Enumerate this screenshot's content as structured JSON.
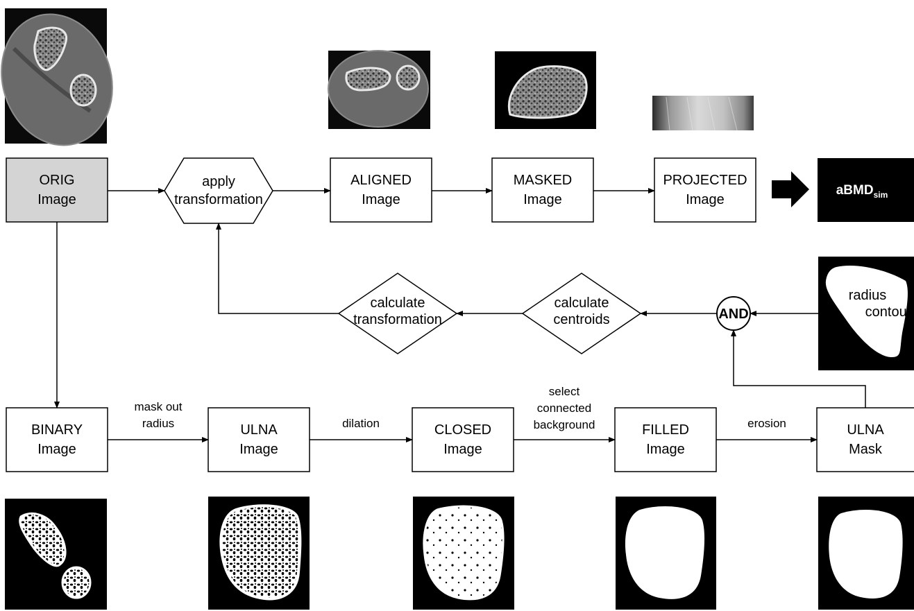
{
  "nodes": {
    "orig": [
      "ORIG",
      "Image"
    ],
    "apply": [
      "apply",
      "transformation"
    ],
    "aligned": [
      "ALIGNED",
      "Image"
    ],
    "masked": [
      "MASKED",
      "Image"
    ],
    "projected": [
      "PROJECTED",
      "Image"
    ],
    "abmd": {
      "main": "aBMD",
      "sub": "sim"
    },
    "radius_contour": [
      "radius",
      "contour"
    ],
    "and": "AND",
    "calc_centroids": [
      "calculate",
      "centroids"
    ],
    "calc_transform": [
      "calculate",
      "transformation"
    ],
    "binary": [
      "BINARY",
      "Image"
    ],
    "ulna_image": [
      "ULNA",
      "Image"
    ],
    "closed": [
      "CLOSED",
      "Image"
    ],
    "filled": [
      "FILLED",
      "Image"
    ],
    "ulna_mask": [
      "ULNA",
      "Mask"
    ]
  },
  "edges": {
    "mask_out": [
      "mask out",
      "radius"
    ],
    "dilation": "dilation",
    "select": [
      "select",
      "connected",
      "background"
    ],
    "erosion": "erosion"
  },
  "colors": {
    "orig_fill": "#d4d4d4",
    "dark": "#000000",
    "bone": "#bdbdbd",
    "ct_gray": "#5a5a5a"
  }
}
